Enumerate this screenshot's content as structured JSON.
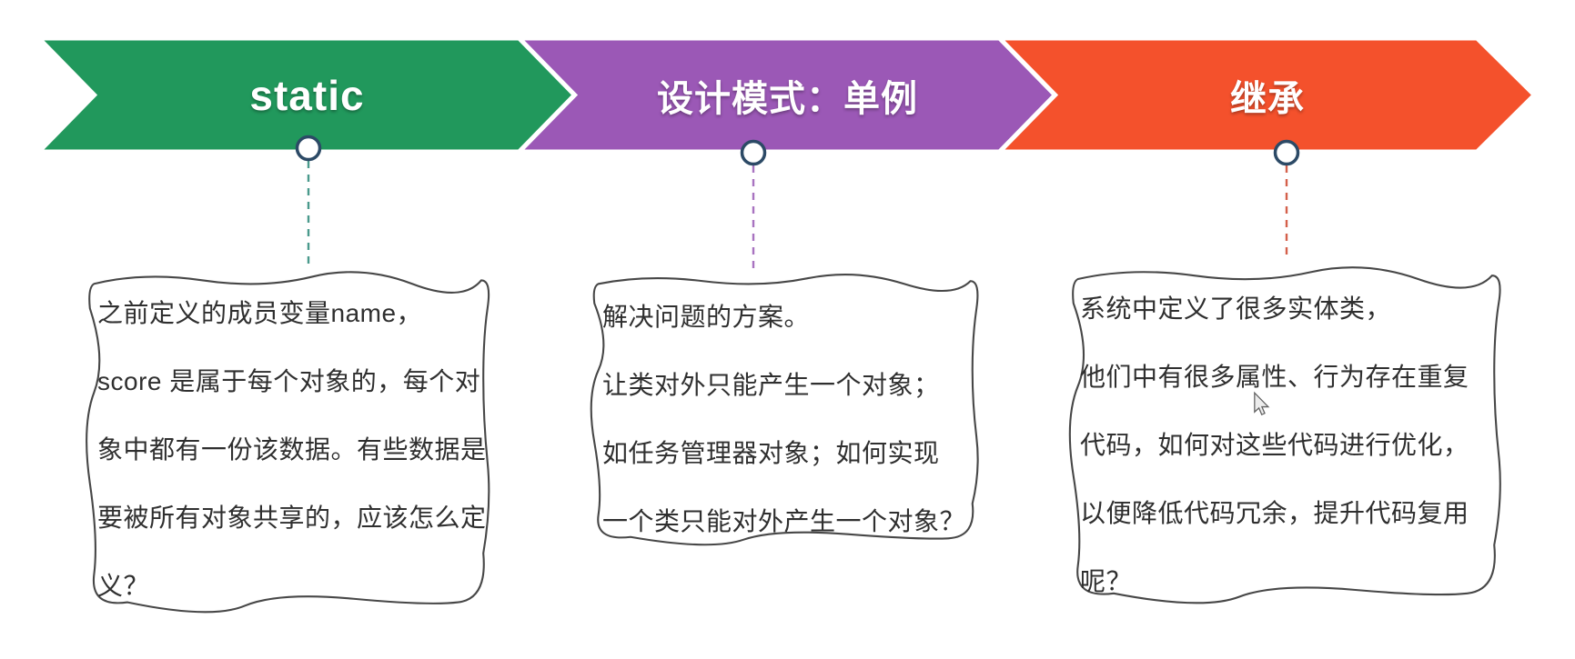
{
  "banners": [
    {
      "label": "static",
      "fill": "#21985c",
      "connector": "#4a9a8c"
    },
    {
      "label": "设计模式：单例",
      "fill": "#9b58b6",
      "connector": "#a873c0"
    },
    {
      "label": "继承",
      "fill": "#f4512c",
      "connector": "#d4604b"
    }
  ],
  "notes": [
    {
      "lines": [
        "之前定义的成员变量name，",
        "score 是属于每个对象的，每个对",
        "象中都有一份该数据。有些数据是",
        "要被所有对象共享的，应该怎么定",
        "义？"
      ]
    },
    {
      "lines": [
        "解决问题的方案。",
        "让类对外只能产生一个对象；",
        "如任务管理器对象；如何实现",
        "一个类只能对外产生一个对象？"
      ]
    },
    {
      "lines": [
        "系统中定义了很多实体类，",
        "他们中有很多属性、行为存在重复",
        "代码，如何对这些代码进行优化，",
        "以便降低代码冗余，提升代码复用",
        "呢？"
      ]
    }
  ],
  "colors": {
    "circle_border": "#2c4a66",
    "box_border": "#474747",
    "box_text": "#2f2f2f",
    "banner_text": "#ffffff"
  }
}
